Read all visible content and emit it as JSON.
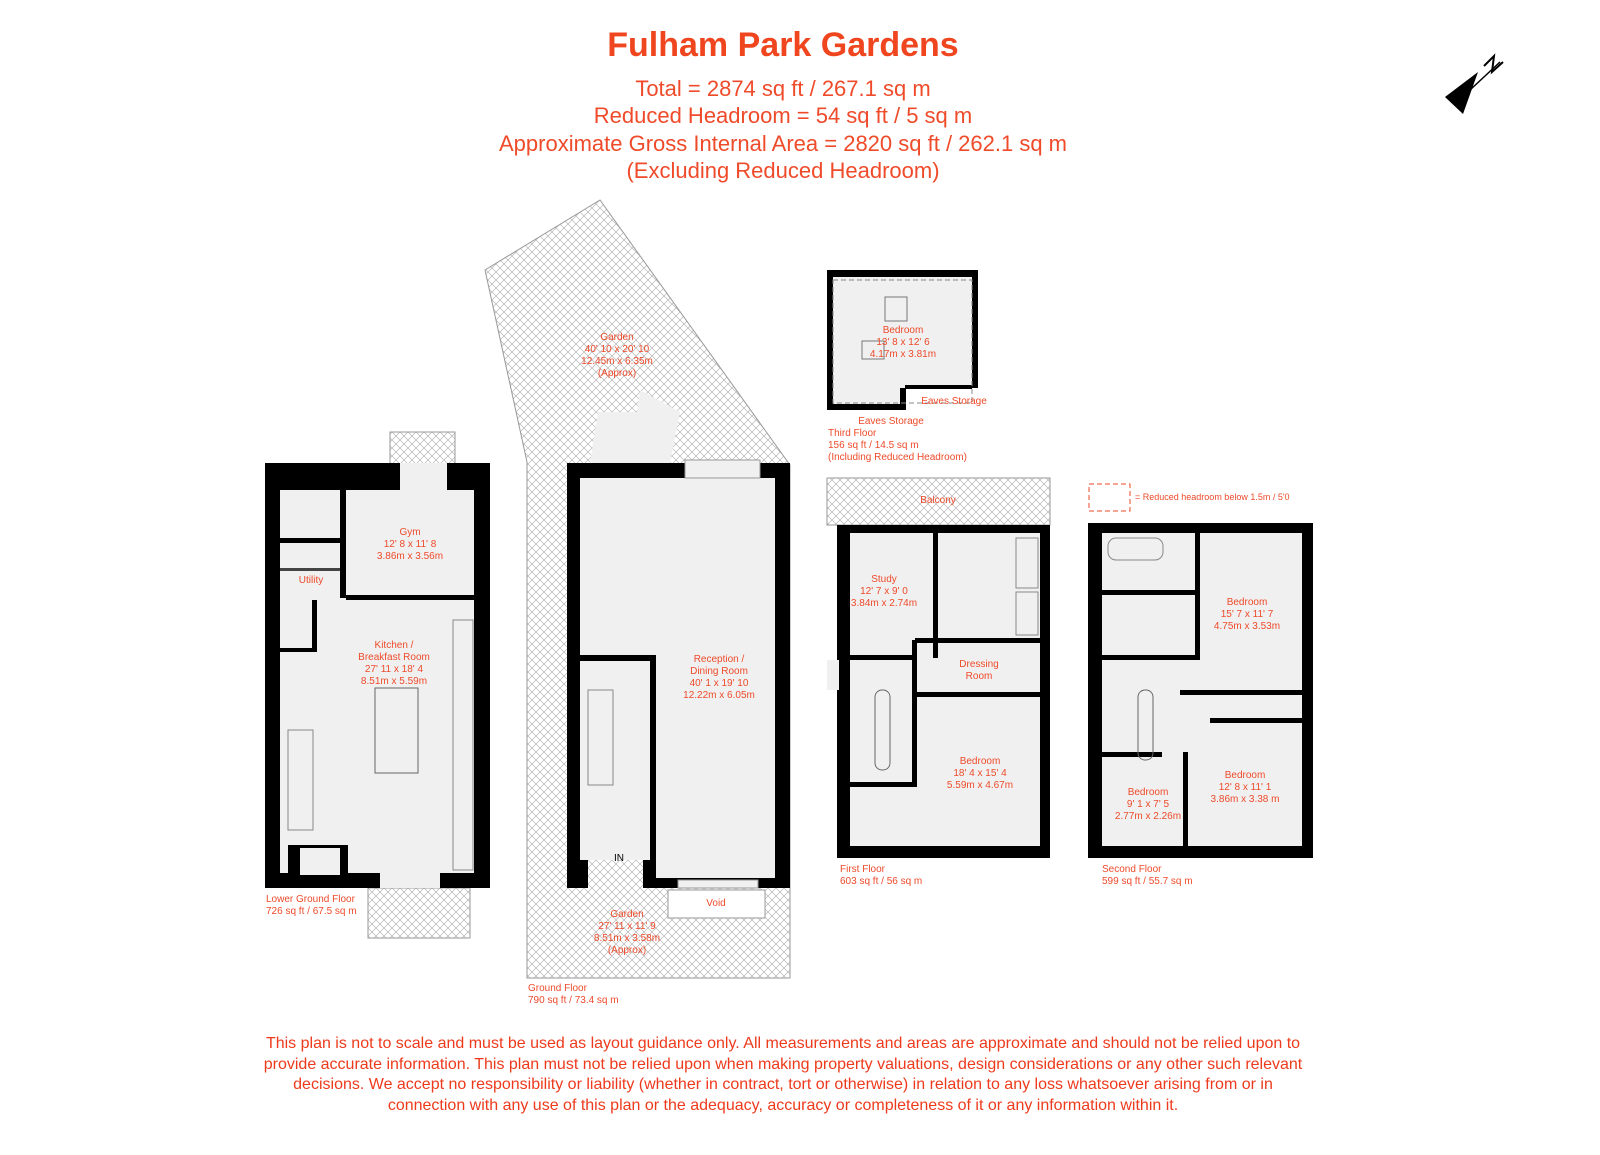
{
  "header": {
    "title": "Fulham Park Gardens",
    "total": "Total = 2874 sq ft / 267.1 sq m",
    "reduced_headroom": "Reduced Headroom = 54 sq ft / 5 sq m",
    "gia": "Approximate Gross Internal Area = 2820 sq ft / 262.1 sq m",
    "excluding": "(Excluding Reduced Headroom)"
  },
  "colors": {
    "text": "#ee4a2a",
    "wall": "#000000",
    "floor": "#f0f0f0",
    "hatch": "#9a9a9a"
  },
  "compass": {
    "icon": "north-arrow-icon",
    "label": "N"
  },
  "legend": {
    "text": "= Reduced headroom below 1.5m / 5'0"
  },
  "floors": {
    "lower_ground": {
      "name": "Lower Ground Floor",
      "area": "726 sq ft / 67.5 sq m",
      "rooms": {
        "gym": [
          "Gym",
          "12' 8 x 11' 8",
          "3.86m x 3.56m"
        ],
        "utility": [
          "Utility"
        ],
        "kitchen": [
          "Kitchen /",
          "Breakfast Room",
          "27' 11 x 18' 4",
          "8.51m x 5.59m"
        ]
      }
    },
    "ground": {
      "name": "Ground Floor",
      "area": "790 sq ft / 73.4 sq m",
      "rooms": {
        "garden_rear": [
          "Garden",
          "40' 10 x 20' 10",
          "12.45m x 6.35m",
          "(Approx)"
        ],
        "reception": [
          "Reception /",
          "Dining Room",
          "40' 1 x 19' 10",
          "12.22m x 6.05m"
        ],
        "garden_front": [
          "Garden",
          "27' 11 x 11' 9",
          "8.51m x 3.58m",
          "(Approx)"
        ],
        "void": [
          "Void"
        ],
        "entrance": [
          "IN"
        ]
      }
    },
    "third": {
      "name": "Third Floor",
      "area": "156 sq ft / 14.5 sq m",
      "note": "(Including Reduced Headroom)",
      "rooms": {
        "bedroom": [
          "Bedroom",
          "13' 8 x 12' 6",
          "4.17m x 3.81m"
        ],
        "eaves_right": [
          "Eaves Storage"
        ],
        "eaves_left": [
          "Eaves Storage"
        ]
      }
    },
    "first": {
      "name": "First Floor",
      "area": "603 sq ft / 56 sq m",
      "rooms": {
        "balcony": [
          "Balcony"
        ],
        "study": [
          "Study",
          "12' 7 x 9' 0",
          "3.84m x 2.74m"
        ],
        "dressing": [
          "Dressing",
          "Room"
        ],
        "bedroom": [
          "Bedroom",
          "18' 4 x 15' 4",
          "5.59m x 4.67m"
        ]
      }
    },
    "second": {
      "name": "Second Floor",
      "area": "599 sq ft / 55.7 sq m",
      "rooms": {
        "bedroom1": [
          "Bedroom",
          "15' 7 x 11' 7",
          "4.75m x 3.53m"
        ],
        "bedroom2": [
          "Bedroom",
          "9' 1 x 7' 5",
          "2.77m x 2.26m"
        ],
        "bedroom3": [
          "Bedroom",
          "12' 8 x 11' 1",
          "3.86m x 3.38 m"
        ]
      }
    }
  },
  "disclaimer": [
    "This plan is not to scale and must be used as layout guidance only. All measurements and areas are approximate and should not be relied upon to",
    "provide accurate information. This plan must not be relied upon when making property valuations, design considerations or any other such relevant",
    "decisions. We accept no responsibility or liability (whether in contract, tort or otherwise) in relation to any loss whatsoever arising from or in",
    "connection with any use of this plan or the adequacy, accuracy or completeness of it or any information within it."
  ]
}
